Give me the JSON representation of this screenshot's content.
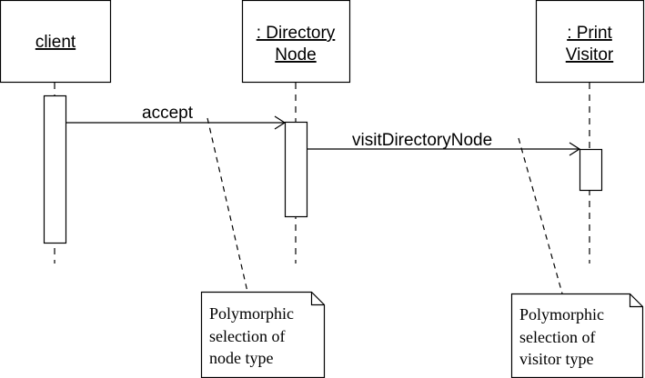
{
  "participants": {
    "client": {
      "label": "client"
    },
    "directory_node": {
      "line1": ": Directory",
      "line2": "Node"
    },
    "print_visitor": {
      "line1": ": Print",
      "line2": "Visitor"
    }
  },
  "messages": {
    "accept": "accept",
    "visit_directory_node": "visitDirectoryNode"
  },
  "notes": {
    "node_note": {
      "line1": "Polymorphic",
      "line2": "selection of",
      "line3": "node type"
    },
    "visitor_note": {
      "line1": "Polymorphic",
      "line2": "selection of",
      "line3": "visitor type"
    }
  }
}
